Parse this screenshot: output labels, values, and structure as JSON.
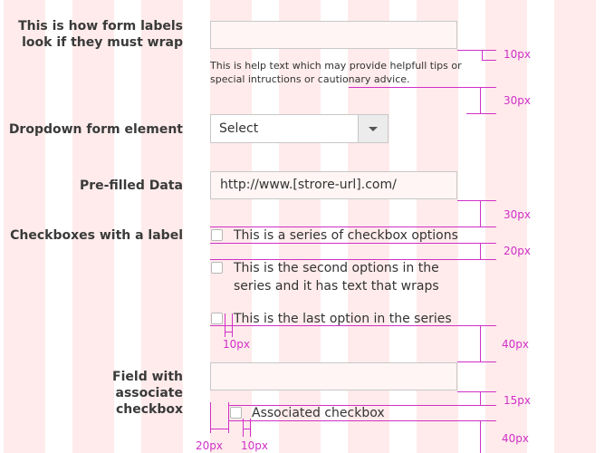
{
  "form": {
    "wrap_label": "This is how form labels look if they must wrap",
    "help_text": "This is help text which may provide helpfull tips or special intructions or cautionary advice.",
    "dropdown_label": "Dropdown form element",
    "dropdown_value": "Select",
    "prefilled_label": "Pre-filled Data",
    "prefilled_value": "http://www.[strore-url].com/",
    "checkboxes_label": "Checkboxes with a label",
    "checkbox_options": [
      "This is a series of checkbox options",
      "This is the second options in the series and it has text that wraps",
      "This is the last option in the series"
    ],
    "associate_label": "Field with associate checkbox",
    "associated_checkbox_label": "Associated checkbox"
  },
  "annotations": {
    "spacing_10": "10px",
    "spacing_30a": "30px",
    "spacing_30b": "30px",
    "spacing_20": "20px",
    "spacing_10_checkbox": "10px",
    "spacing_40a": "40px",
    "spacing_15": "15px",
    "spacing_40b": "40px",
    "indent_20": "20px",
    "indent_10": "10px"
  },
  "colors": {
    "grid_column": "#ffebeb",
    "annotation": "#d030c8"
  }
}
